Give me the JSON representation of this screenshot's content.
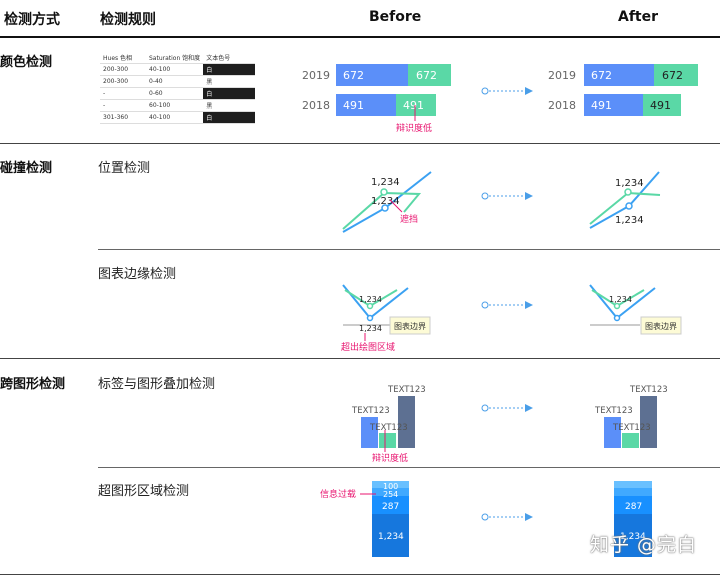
{
  "header": {
    "method_col": "检测方式",
    "rule_col": "检测规则",
    "before_col": "Before",
    "after_col": "After"
  },
  "sections": {
    "color": {
      "method": "颜色检测"
    },
    "collision": {
      "method": "碰撞检测",
      "rule1": "位置检测",
      "rule2": "图表边缘检测"
    },
    "cross": {
      "method": "跨图形检测",
      "rule1": "标签与图形叠加检测",
      "rule2": "超图形区域检测"
    }
  },
  "hue_table": {
    "headers": [
      "Hues 色相",
      "Saturation 饱和度",
      "文本色号"
    ],
    "rows": [
      [
        "200-300",
        "40-100",
        "白"
      ],
      [
        "200-300",
        "0-40",
        "黑"
      ],
      [
        "-",
        "0-60",
        "白"
      ],
      [
        "-",
        "60-100",
        "黑"
      ],
      [
        "301-360",
        "40-100",
        "白"
      ]
    ]
  },
  "color_check": {
    "years": [
      "2019",
      "2018"
    ],
    "values": [
      "672",
      "672",
      "491",
      "491"
    ],
    "annotation": "辩识度低"
  },
  "position_check": {
    "label": "1,234",
    "annotation": "遮挡"
  },
  "edge_check": {
    "label": "1,234",
    "boundary": "图表边界",
    "annotation": "超出绘图区域"
  },
  "overlap_check": {
    "label": "TEXT123",
    "annotation": "辩识度低"
  },
  "overflow_check": {
    "labels": [
      "100",
      "254",
      "287",
      "1,234"
    ],
    "annotation": "信息过载"
  },
  "watermark": "知乎 @完白",
  "colors": {
    "blue": "#5b8ff9",
    "green": "#5ad8a6",
    "slate": "#5d7092",
    "magenta": "#e8146f",
    "arrow": "#4a9ee8",
    "stack_light": "#3ba1f2",
    "stack_dark": "#1677dd"
  }
}
